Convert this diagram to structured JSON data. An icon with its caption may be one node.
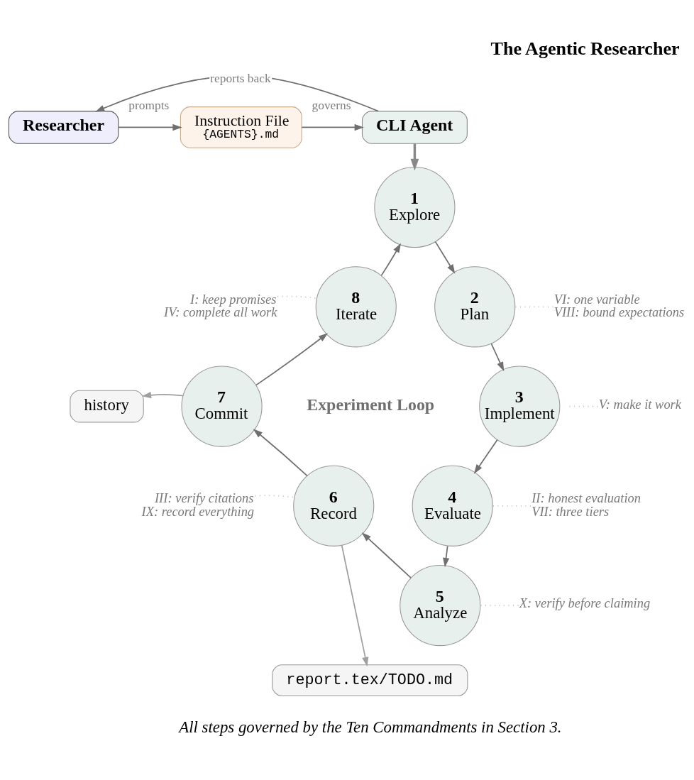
{
  "diagram": {
    "title": "The Agentic Researcher",
    "caption": "All steps governed by the Ten Commandments in Section 3.",
    "nodes": [
      {
        "text": [
          "Researcher"
        ]
      },
      {
        "text": [
          "Instruction File",
          "{AGENTS}.md"
        ]
      },
      {
        "text": [
          "CLI Agent"
        ]
      },
      {
        "text": [
          "1",
          "Explore"
        ]
      },
      {
        "text": [
          "2",
          "Plan"
        ]
      },
      {
        "text": [
          "3",
          "Implement"
        ]
      },
      {
        "text": [
          "4",
          "Evaluate"
        ]
      },
      {
        "text": [
          "5",
          "Analyze"
        ]
      },
      {
        "text": [
          "6",
          "Record"
        ]
      },
      {
        "text": [
          "7",
          "Commit"
        ]
      },
      {
        "text": [
          "8",
          "Iterate"
        ]
      },
      {
        "text": [
          "history"
        ]
      },
      {
        "text": [
          "report.tex/TODO.md"
        ]
      },
      {
        "text": [
          "I: keep promises",
          "IV: complete all work"
        ]
      },
      {
        "text": [
          "VI: one variable",
          "VIII: bound expectations"
        ]
      },
      {
        "text": [
          "V: make it work"
        ]
      },
      {
        "text": [
          "II: honest evaluation",
          "VII: three tiers"
        ]
      },
      {
        "text": [
          "X: verify before claiming"
        ]
      },
      {
        "text": [
          "III: verify citations",
          "IX: record everything"
        ]
      }
    ],
    "edges": [
      {
        "from": 0,
        "to": 1,
        "arrow": "to",
        "label": "prompts"
      },
      {
        "from": 1,
        "to": 2,
        "arrow": "to",
        "label": "governs"
      },
      {
        "from": 2,
        "to": 0,
        "arrow": "to",
        "label": "reports back"
      },
      {
        "from": 2,
        "to": 3,
        "arrow": "to",
        "style": "thick",
        "color": "#888888"
      },
      {
        "from": 3,
        "to": 4,
        "arrow": "to"
      },
      {
        "from": 4,
        "to": 5,
        "arrow": "to"
      },
      {
        "from": 5,
        "to": 6,
        "arrow": "to"
      },
      {
        "from": 6,
        "to": 7,
        "arrow": "to"
      },
      {
        "from": 7,
        "to": 8,
        "arrow": "to"
      },
      {
        "from": 8,
        "to": 9,
        "arrow": "to"
      },
      {
        "from": 9,
        "to": 10,
        "arrow": "to"
      },
      {
        "from": 10,
        "to": 3,
        "arrow": "to"
      },
      {
        "from": 9,
        "to": 11,
        "arrow": "to",
        "color": "#a0a0a0"
      },
      {
        "from": 8,
        "to": 12,
        "arrow": "to",
        "color": "#a0a0a0"
      },
      {
        "from": 13,
        "to": 10,
        "arrow": "none",
        "style": "dashed",
        "color": "#c0c0c0"
      },
      {
        "from": 14,
        "to": 4,
        "arrow": "none",
        "style": "dashed",
        "color": "#c0c0c0"
      },
      {
        "from": 15,
        "to": 5,
        "arrow": "none",
        "style": "dashed",
        "color": "#c0c0c0"
      },
      {
        "from": 16,
        "to": 6,
        "arrow": "none",
        "style": "dashed",
        "color": "#c0c0c0"
      },
      {
        "from": 17,
        "to": 7,
        "arrow": "none",
        "style": "dashed",
        "color": "#c0c0c0"
      },
      {
        "from": 18,
        "to": 8,
        "arrow": "none",
        "style": "dashed",
        "color": "#c0c0c0"
      }
    ],
    "labels": [
      "Experiment Loop"
    ]
  }
}
